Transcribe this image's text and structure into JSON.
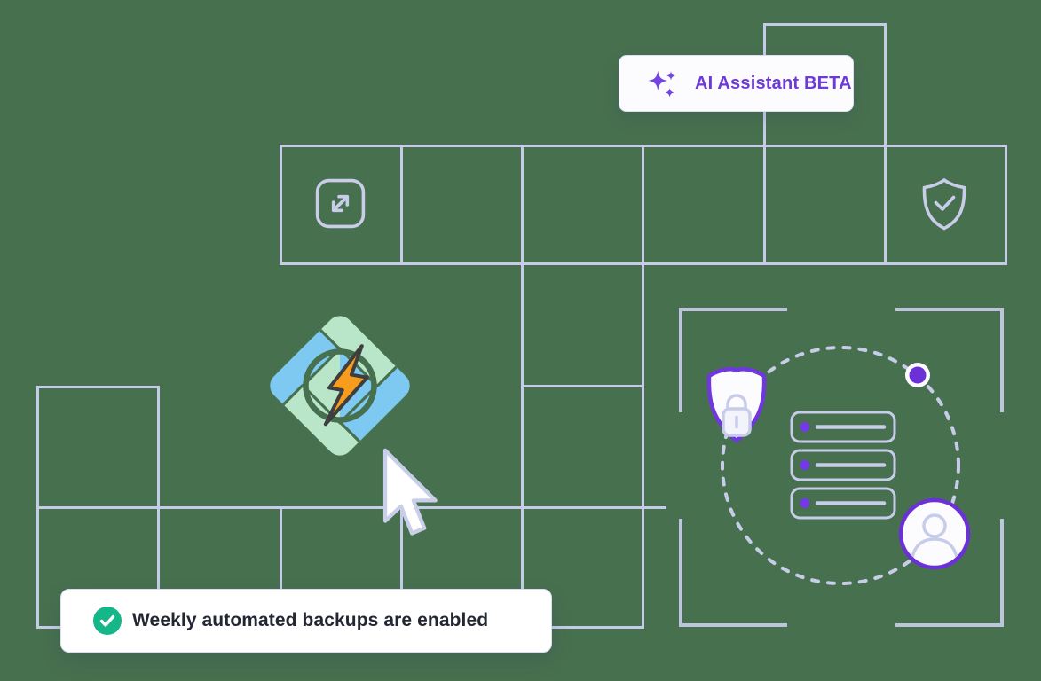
{
  "canvas": {
    "background_color": "#47704f"
  },
  "ai_badge": {
    "label": "AI Assistant BETA",
    "icon": "sparkles-icon",
    "text_color": "#6d3ad8"
  },
  "backup_notification": {
    "label": "Weekly automated backups are enabled",
    "icon": "check-circle-icon",
    "icon_color": "#15b789",
    "text_color": "#232734"
  },
  "grid_icons": [
    "expand-icon",
    "shield-check-icon"
  ],
  "security_panel": {
    "server_rows": 3,
    "icons": [
      "lock-shield-icon",
      "user-avatar-icon",
      "accent-dot",
      "dashed-circle",
      "corner-brackets"
    ]
  },
  "logo": {
    "name": "litespeed-logo",
    "colors": {
      "mint": "#b9e6c9",
      "blue": "#7ec9f1",
      "orange": "#f79c1c",
      "bolt_outline": "#3e3e3e"
    }
  },
  "palette": {
    "grid_line": "#c6cbe8",
    "bracket": "#bdc4dc",
    "lavender_detail": "#c7cce9",
    "purple_accent": "#6b30d6",
    "row_dot_purple": "#7438e8",
    "surface": "#ffffff"
  }
}
